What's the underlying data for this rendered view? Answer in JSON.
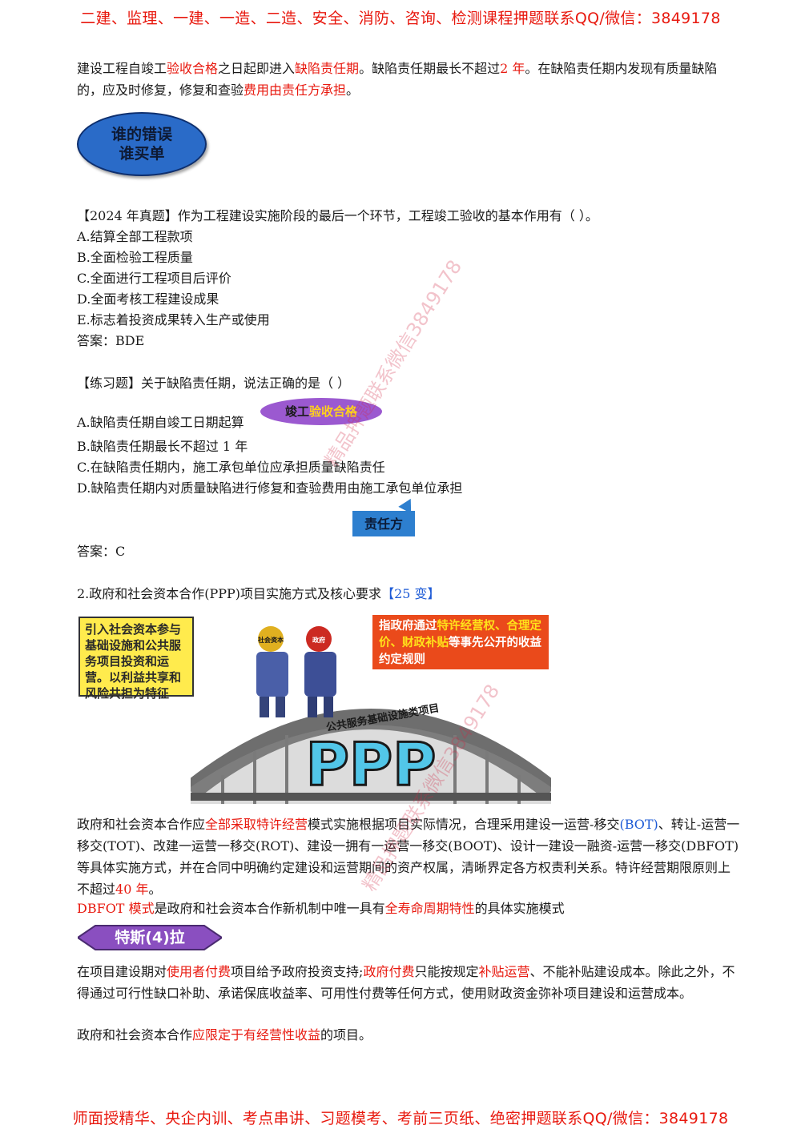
{
  "header": "二建、监理、一建、一造、二造、安全、消防、咨询、检测课程押题联系QQ/微信：3849178",
  "footer": "师面授精华、央企内训、考点串讲、习题模考、考前三页纸、绝密押题联系QQ/微信：3849178",
  "watermark": "精品押题联系微信3849178",
  "watermark2": "精品押题联系微信3849178",
  "intro": {
    "p1": "建设工程自竣工",
    "r1": "验收合格",
    "p2": "之日起即进入",
    "r2": "缺陷责任期",
    "p3": "。缺陷责任期最长不超过",
    "r3": "2 年",
    "p4": "。在缺陷责任期内发现有质量缺陷的，应及时修复，修复和查验",
    "r4": "费用由责任方承担",
    "p5": "。"
  },
  "sticker_blame": {
    "line1": "谁的错误",
    "line2": "谁买单"
  },
  "q2024": {
    "stem": "【2024 年真题】作为工程建设实施阶段的最后一个环节，工程竣工验收的基本作用有（ ）。",
    "options": [
      "A.结算全部工程款项",
      "B.全面检验工程质量",
      "C.全面进行工程项目后评价",
      "D.全面考核工程建设成果",
      "E.标志着投资成果转入生产或使用"
    ],
    "answer": "答案：BDE"
  },
  "practice": {
    "stem": "【练习题】关于缺陷责任期，说法正确的是（ ）",
    "options": [
      "A.缺陷责任期自竣工日期起算",
      "B.缺陷责任期最长不超过 1 年",
      "C.在缺陷责任期内，施工承包单位应承担质量缺陷责任",
      "D.缺陷责任期内对质量缺陷进行修复和查验费用由施工承包单位承担"
    ],
    "answer": "答案：C"
  },
  "sticker_accept": {
    "a": "竣工",
    "b": "验收合格"
  },
  "sticker_resp": "责任方",
  "section2": {
    "title": "2.政府和社会资本合作(PPP)项目实施方式及核心要求",
    "tag": "【25 变】"
  },
  "ppp_image": {
    "left_text": "引入社会资本参与基础设施和公共服务项目投资和运营。以利益共享和风险共担为特征",
    "right_a": "指政府通过",
    "right_b": "特许经营权、合理定价、财政补贴",
    "right_c": "等事先公开的收益约定规则",
    "bridge_label": "公共服务基础设施类项目",
    "ppp": "PPP",
    "left_person": "社会资本",
    "right_person": "政府"
  },
  "para_ppp": {
    "a": "政府和社会资本合作应",
    "r1": "全部采取特许经营",
    "b": "模式实施根据项目实际情况，合理采用建设一运营-移交",
    "bl1": "(BOT)",
    "c": "、转让-运营一移交(TOT)、改建一运营一移交(ROT)、建设一拥有一运营一移交(BOOT)、设计一建设一融资-运营一移交(DBFOT)等具体实施方式，并在合同中明确约定建设和运营期间的资产权属，清晰界定各方权责利关系。特许经营期限原则上不超过",
    "r2": "40 年",
    "d": "。"
  },
  "dbfot": {
    "r1": "DBFOT 模式",
    "a": "是政府和社会资本合作新机制中唯一具有",
    "r2": "全寿命周期特性",
    "b": "的具体实施模式"
  },
  "ribbon": "特斯(4)拉",
  "para_pay": {
    "a": "在项目建设期对",
    "r1": "使用者付费",
    "b": "项目给予政府投资支持;",
    "r2": "政府付费",
    "c": "只能按规定",
    "r3": "补贴运营",
    "d": "、不能补贴建设成本。除此之外，不得通过可行性缺口补助、承诺保底收益率、可用性付费等任何方式，使用财政资金弥补项目建设和运营成本。"
  },
  "para_limit": {
    "a": "政府和社会资本合作",
    "r1": "应限定于有经营性收益",
    "b": "的项目。"
  }
}
